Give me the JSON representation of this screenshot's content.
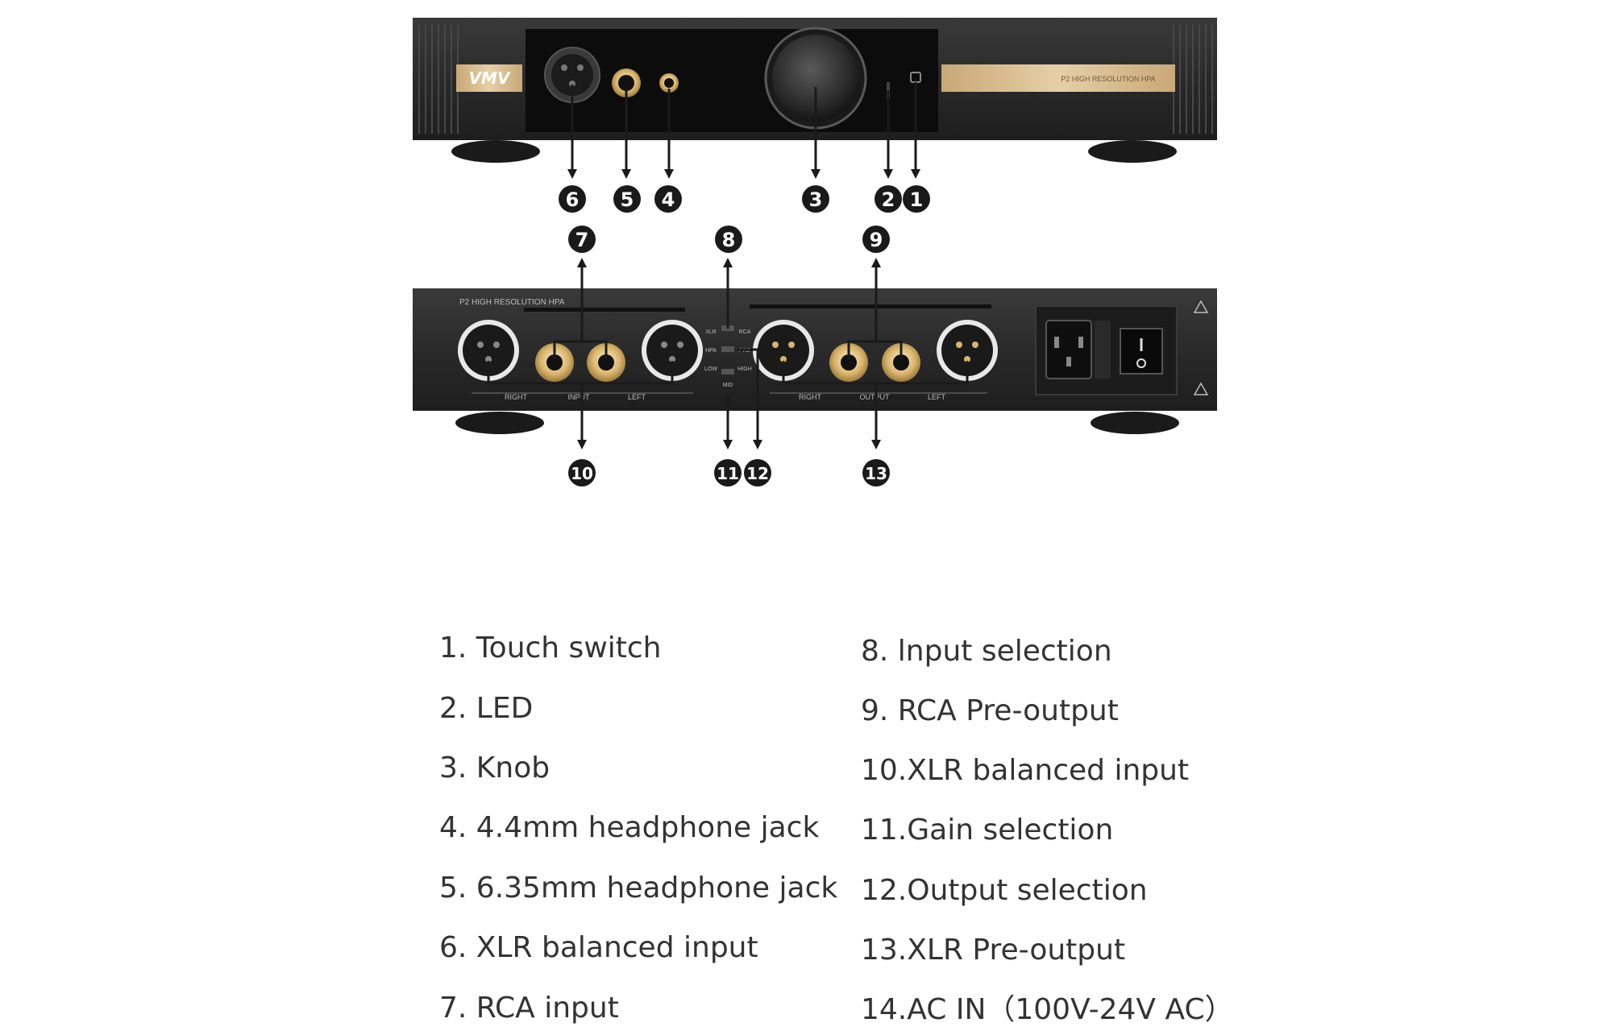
{
  "device": {
    "brand_logo": "VMV",
    "front_model_text": "P2 HIGH RESOLUTION HPA",
    "rear_model_text": "P2 HIGH RESOLUTION HPA",
    "rear_input_labels": {
      "right": "RIGHT",
      "input": "INPUT",
      "left": "LEFT"
    },
    "rear_output_labels": {
      "right": "RIGHT",
      "output": "OUTPUT",
      "left": "LEFT"
    },
    "switch_labels": {
      "xlr": "XLR",
      "rca": "RCA",
      "hpa": "HPA",
      "pre": "PRE",
      "low": "LOW",
      "high": "HIGH",
      "mid": "MID"
    }
  },
  "callouts": {
    "n1": "1",
    "n2": "2",
    "n3": "3",
    "n4": "4",
    "n5": "5",
    "n6": "6",
    "n7": "7",
    "n8": "8",
    "n9": "9",
    "n10": "10",
    "n11": "11",
    "n12": "12",
    "n13": "13"
  },
  "legend": [
    "1. Touch switch",
    "2. LED",
    "3. Knob",
    "4. 4.4mm headphone jack",
    "5. 6.35mm headphone jack",
    "6. XLR balanced input",
    "7. RCA input",
    "8.  lnput selection",
    "9.  RCA Pre-output",
    "10.XLR balanced input",
    "11.Gain selection",
    "12.Output selection",
    "13.XLR Pre-output",
    "14.AC IN（100V-24V AC）"
  ],
  "colors": {
    "chassis": "#2b2b2b",
    "panel": "#0c0c0c",
    "gold": "#d6b98a",
    "callout": "#1a1a1a",
    "text": "#333333"
  }
}
